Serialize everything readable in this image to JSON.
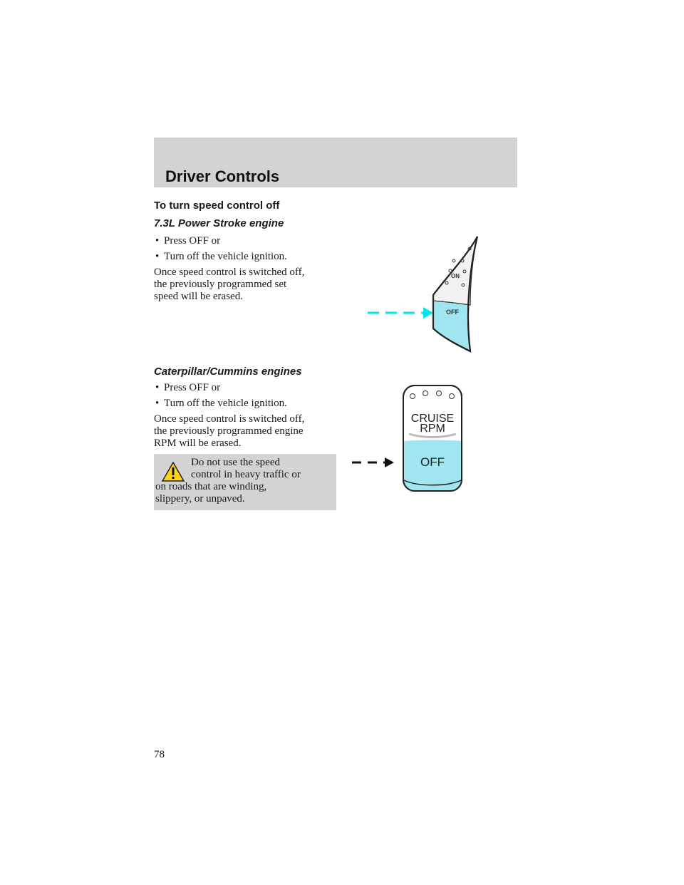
{
  "header": {
    "title": "Driver Controls"
  },
  "section_title": "To turn speed control off",
  "power_stroke": {
    "heading": "7.3L Power Stroke engine",
    "bullets": [
      "Press OFF or",
      "Turn off the vehicle ignition."
    ],
    "paragraph_lines": [
      "Once speed control is switched off,",
      "the previously programmed set",
      "speed will be erased."
    ],
    "figure": {
      "on_label": "ON",
      "off_label": "OFF",
      "accent": "#00e5ee",
      "fill": "#9fe6f0"
    }
  },
  "cat_cummins": {
    "heading": "Caterpillar/Cummins engines",
    "bullets": [
      "Press OFF or",
      "Turn off the vehicle ignition."
    ],
    "paragraph_lines": [
      "Once speed control is switched off,",
      "the previously programmed engine",
      "RPM will be erased."
    ],
    "figure": {
      "label_line1": "CRUISE",
      "label_line2": "RPM",
      "off_label": "OFF",
      "fill": "#9fe6f0"
    }
  },
  "warning": {
    "lines": [
      "Do not use the speed",
      "control in heavy traffic or",
      "on roads that are winding,",
      "slippery, or unpaved."
    ],
    "icon": "warning-triangle-icon"
  },
  "page_number": "78"
}
